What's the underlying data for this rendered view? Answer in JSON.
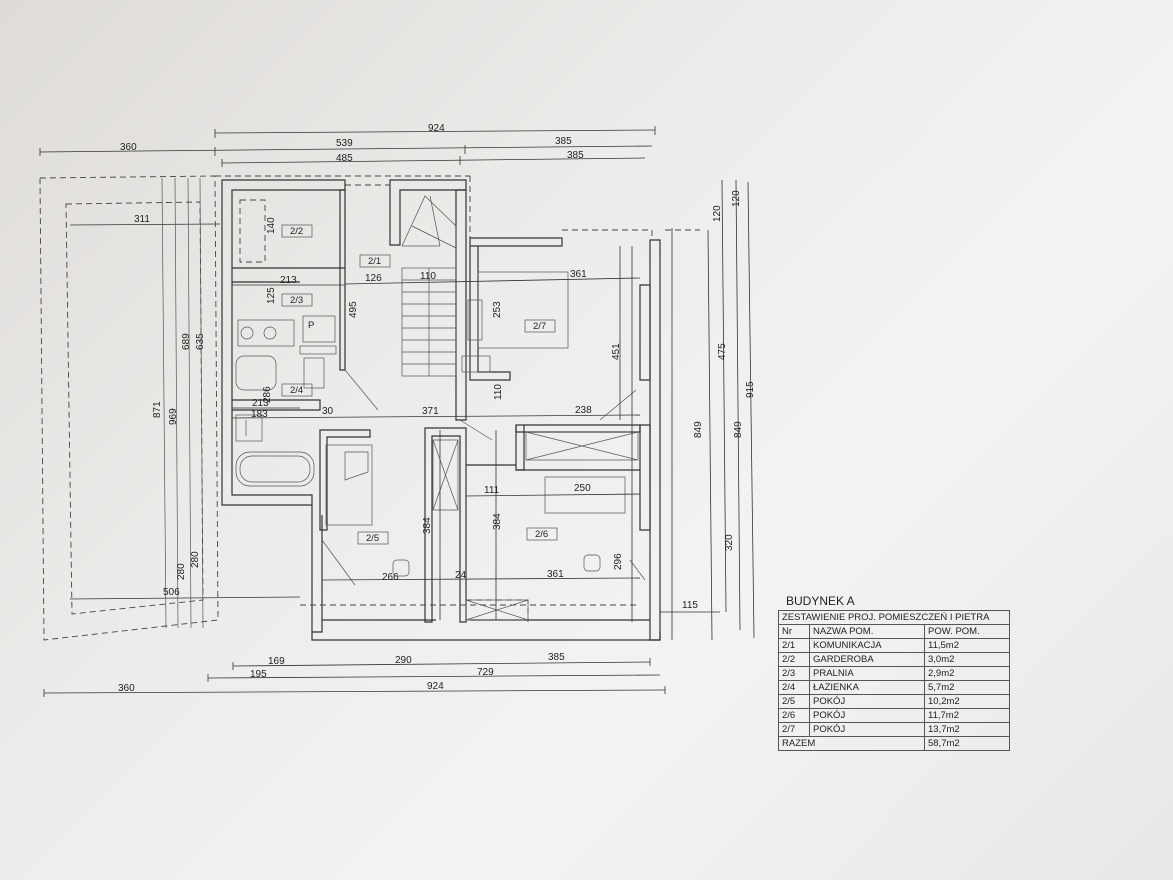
{
  "dimensions_top": {
    "d924": "924",
    "d360": "360",
    "d539": "539",
    "d385a": "385",
    "d485": "485",
    "d385b": "385"
  },
  "dimensions_left": {
    "d311": "311",
    "d871": "871",
    "d969": "969",
    "d689": "689",
    "d635": "635",
    "d280a": "280",
    "d280b": "280",
    "d506": "506"
  },
  "dimensions_interior": {
    "d140": "140",
    "d213a": "213",
    "d126": "126",
    "d110a": "110",
    "d361a": "361",
    "d125": "125",
    "d495": "495",
    "d253": "253",
    "d286": "286",
    "d213b": "213",
    "d183": "183",
    "d30": "30",
    "d371": "371",
    "d110b": "110",
    "d238": "238",
    "d451": "451",
    "d111": "111",
    "d250": "250",
    "d384a": "384",
    "d384b": "384",
    "d296": "296",
    "d266": "266",
    "d24": "24",
    "d361b": "361"
  },
  "dimensions_right": {
    "d120a": "120",
    "d120b": "120",
    "d475": "475",
    "d915": "915",
    "d849a": "849",
    "d849b": "849",
    "d320": "320",
    "d115": "115"
  },
  "dimensions_bottom": {
    "d169": "169",
    "d290": "290",
    "d385": "385",
    "d195": "195",
    "d729": "729",
    "d360": "360",
    "d924": "924"
  },
  "room_labels": {
    "r21": "2/1",
    "r22": "2/2",
    "r23": "2/3",
    "r24": "2/4",
    "r25": "2/5",
    "r26": "2/6",
    "r27": "2/7",
    "p": "P"
  },
  "summary": {
    "title": "BUDYNEK A",
    "subtitle": "ZESTAWIENIE PROJ. POMIESZCZEŃ I PIETRA",
    "headers": [
      "Nr",
      "NAZWA POM.",
      "POW. POM."
    ],
    "rows": [
      [
        "2/1",
        "KOMUNIKACJA",
        "11,5m2"
      ],
      [
        "2/2",
        "GARDEROBA",
        "3,0m2"
      ],
      [
        "2/3",
        "PRALNIA",
        "2,9m2"
      ],
      [
        "2/4",
        "ŁAZIENKA",
        "5,7m2"
      ],
      [
        "2/5",
        "POKÓJ",
        "10,2m2"
      ],
      [
        "2/6",
        "POKÓJ",
        "11,7m2"
      ],
      [
        "2/7",
        "POKÓJ",
        "13,7m2"
      ]
    ],
    "total_label": "RAZEM",
    "total_value": "58,7m2"
  }
}
